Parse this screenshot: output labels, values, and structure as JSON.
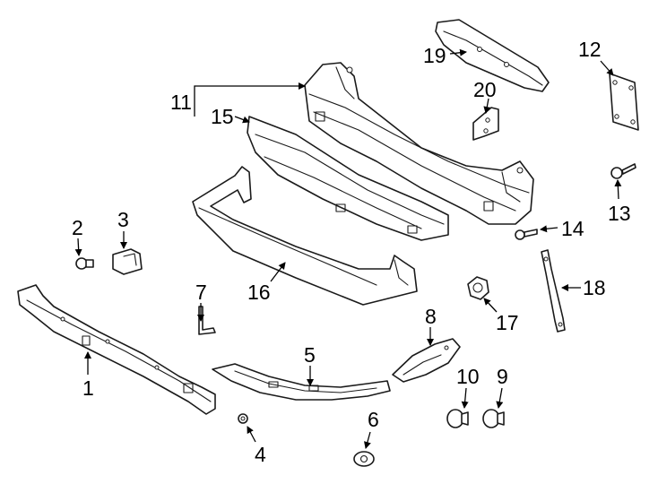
{
  "diagram": {
    "callouts": [
      {
        "number": "1",
        "part": "bumper-support"
      },
      {
        "number": "2",
        "part": "bolt"
      },
      {
        "number": "3",
        "part": "clip-nut"
      },
      {
        "number": "4",
        "part": "small-nut"
      },
      {
        "number": "5",
        "part": "lower-bracket"
      },
      {
        "number": "6",
        "part": "push-pin"
      },
      {
        "number": "7",
        "part": "j-clip"
      },
      {
        "number": "8",
        "part": "side-bracket"
      },
      {
        "number": "9",
        "part": "push-rivet"
      },
      {
        "number": "10",
        "part": "push-rivet"
      },
      {
        "number": "11",
        "part": "reinforcement-assembly"
      },
      {
        "number": "12",
        "part": "plate"
      },
      {
        "number": "13",
        "part": "bolt"
      },
      {
        "number": "14",
        "part": "bolt"
      },
      {
        "number": "15",
        "part": "energy-absorber"
      },
      {
        "number": "16",
        "part": "lower-frame"
      },
      {
        "number": "17",
        "part": "nut"
      },
      {
        "number": "18",
        "part": "strap-bracket"
      },
      {
        "number": "19",
        "part": "upper-bracket"
      },
      {
        "number": "20",
        "part": "bracket"
      }
    ]
  }
}
